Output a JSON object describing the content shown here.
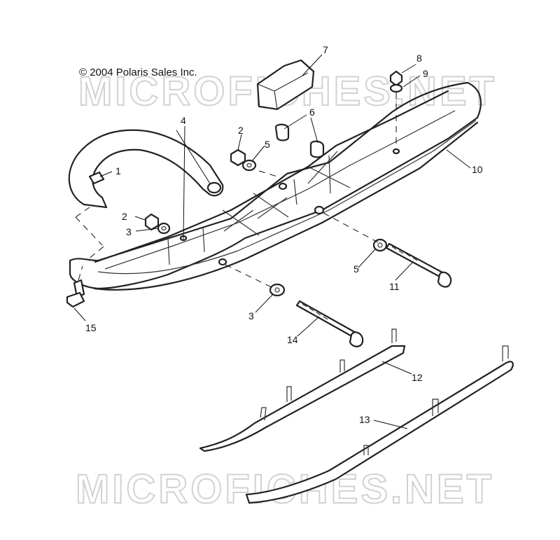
{
  "copyright": "© 2004 Polaris Sales Inc.",
  "watermark": "MICROFICHES.NET",
  "callouts": {
    "c1": "1",
    "c2a": "2",
    "c2b": "2",
    "c3a": "3",
    "c3b": "3",
    "c4": "4",
    "c5a": "5",
    "c5b": "5",
    "c6": "6",
    "c7": "7",
    "c8": "8",
    "c9": "9",
    "c10": "10",
    "c11": "11",
    "c12": "12",
    "c13": "13",
    "c14": "14",
    "c15": "15"
  },
  "colors": {
    "line": "#222222",
    "watermark": "#d2d2d2",
    "background": "#ffffff"
  }
}
